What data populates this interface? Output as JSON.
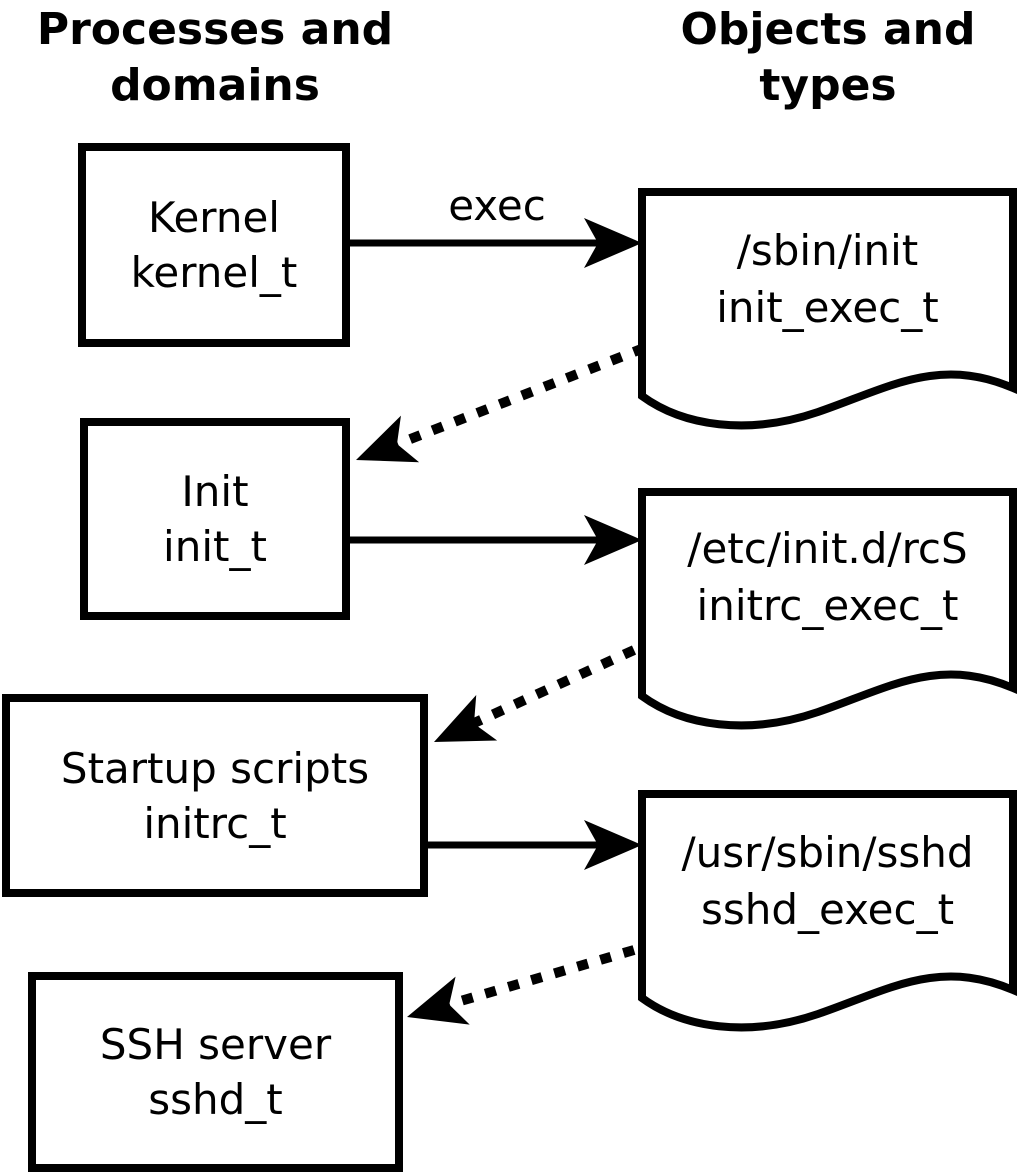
{
  "diagram": {
    "title_left": "Processes and domains",
    "title_right": "Objects and types",
    "processes": [
      {
        "label": "Kernel",
        "domain": "kernel_t"
      },
      {
        "label": "Init",
        "domain": "init_t"
      },
      {
        "label": "Startup scripts",
        "domain": "initrc_t"
      },
      {
        "label": "SSH server",
        "domain": "sshd_t"
      }
    ],
    "objects": [
      {
        "path": "/sbin/init",
        "type": "init_exec_t"
      },
      {
        "path": "/etc/init.d/rcS",
        "type": "initrc_exec_t"
      },
      {
        "path": "/usr/sbin/sshd",
        "type": "sshd_exec_t"
      }
    ],
    "exec_label": "exec",
    "edges": [
      {
        "from": "kernel_t",
        "to": "init_exec_t",
        "style": "solid",
        "label": "exec"
      },
      {
        "from": "init_exec_t",
        "to": "init_t",
        "style": "dotted",
        "label": ""
      },
      {
        "from": "init_t",
        "to": "initrc_exec_t",
        "style": "solid",
        "label": ""
      },
      {
        "from": "initrc_exec_t",
        "to": "initrc_t",
        "style": "dotted",
        "label": ""
      },
      {
        "from": "initrc_t",
        "to": "sshd_exec_t",
        "style": "solid",
        "label": ""
      },
      {
        "from": "sshd_exec_t",
        "to": "sshd_t",
        "style": "dotted",
        "label": ""
      }
    ],
    "colors": {
      "ink": "#000000",
      "paper": "#ffffff"
    }
  }
}
